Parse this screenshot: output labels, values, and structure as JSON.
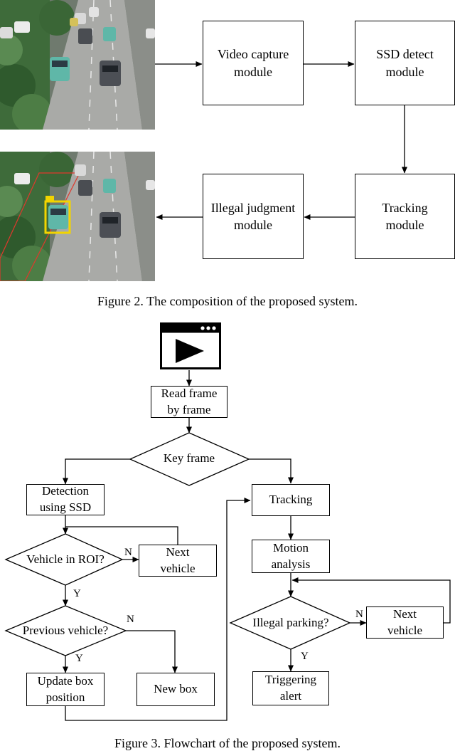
{
  "figure2": {
    "caption": "Figure 2. The composition of the proposed system.",
    "modules": {
      "video_capture": "Video capture\nmodule",
      "ssd_detect": "SSD detect\nmodule",
      "tracking": "Tracking\nmodule",
      "illegal_judgment": "Illegal judgment\nmodule"
    }
  },
  "figure3": {
    "caption": "Figure 3. Flowchart of the proposed system.",
    "icon": "video-player-icon",
    "nodes": {
      "read_frame": "Read frame\nby frame",
      "key_frame": "Key frame",
      "detection": "Detection\nusing SSD",
      "vehicle_in_roi": "Vehicle in ROI?",
      "next_vehicle_left": "Next\nvehicle",
      "previous_vehicle": "Previous vehicle?",
      "update_box": "Update box\nposition",
      "new_box": "New box",
      "tracking": "Tracking",
      "motion_analysis": "Motion\nanalysis",
      "illegal_parking": "Illegal parking?",
      "next_vehicle_right": "Next\nvehicle",
      "triggering_alert": "Triggering\nalert"
    },
    "edge_labels": {
      "roi_no": "N",
      "roi_yes": "Y",
      "prev_no": "N",
      "prev_yes": "Y",
      "parking_no": "N",
      "parking_yes": "Y"
    }
  }
}
